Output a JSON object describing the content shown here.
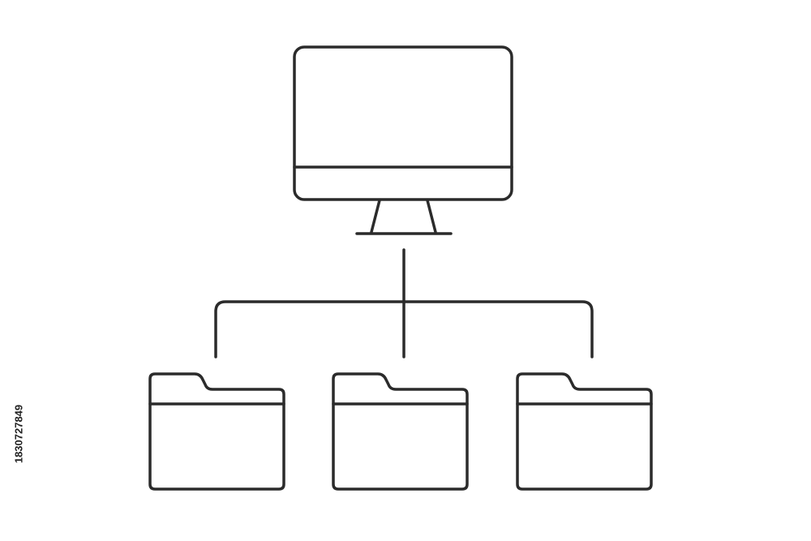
{
  "diagram": {
    "nodes": [
      {
        "id": "computer",
        "icon": "computer-monitor-icon"
      },
      {
        "id": "folder-1",
        "icon": "folder-icon"
      },
      {
        "id": "folder-2",
        "icon": "folder-icon"
      },
      {
        "id": "folder-3",
        "icon": "folder-icon"
      }
    ],
    "edges": [
      {
        "from": "computer",
        "to": "folder-1"
      },
      {
        "from": "computer",
        "to": "folder-2"
      },
      {
        "from": "computer",
        "to": "folder-3"
      }
    ],
    "colors": {
      "stroke": "#2b2b2b",
      "background": "#ffffff"
    }
  },
  "watermark": {
    "stock_id": "1830727849"
  }
}
